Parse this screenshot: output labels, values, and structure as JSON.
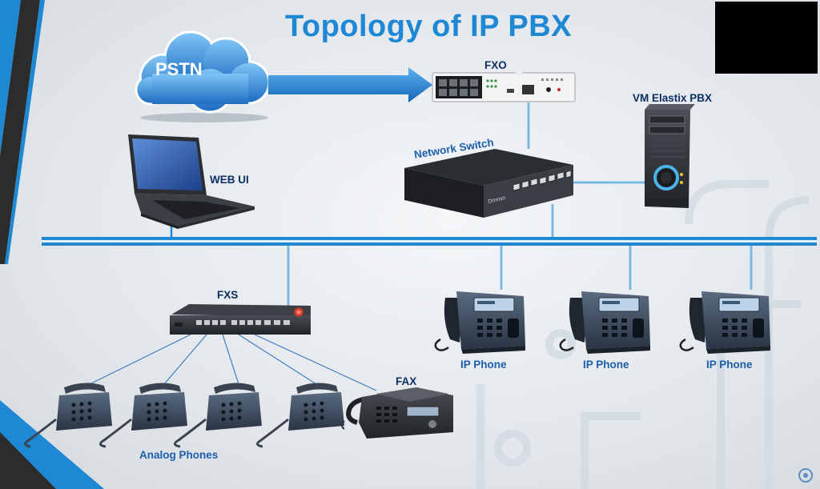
{
  "title": "Topology of IP PBX",
  "labels": {
    "pstn": "PSTN",
    "fxo": "FXO",
    "vm_pbx": "VM Elastix PBX",
    "network_switch": "Network Switch",
    "web_ui": "WEB UI",
    "fxs": "FXS",
    "ip_phone_1": "IP Phone",
    "ip_phone_2": "IP Phone",
    "ip_phone_3": "IP Phone",
    "fax": "FAX",
    "analog_phones": "Analog Phones"
  },
  "colors": {
    "title": "#1e88d4",
    "label": "#1b5fae",
    "bus": "#1e88d4",
    "frame_dark": "#2c2c2c",
    "frame_blue": "#1e88d4"
  },
  "icons": [
    "cloud-icon",
    "fxo-gateway-icon",
    "server-tower-icon",
    "network-switch-icon",
    "laptop-icon",
    "fxs-gateway-icon",
    "ip-phone-icon",
    "analog-phone-icon",
    "fax-machine-icon",
    "arrow-icon"
  ]
}
